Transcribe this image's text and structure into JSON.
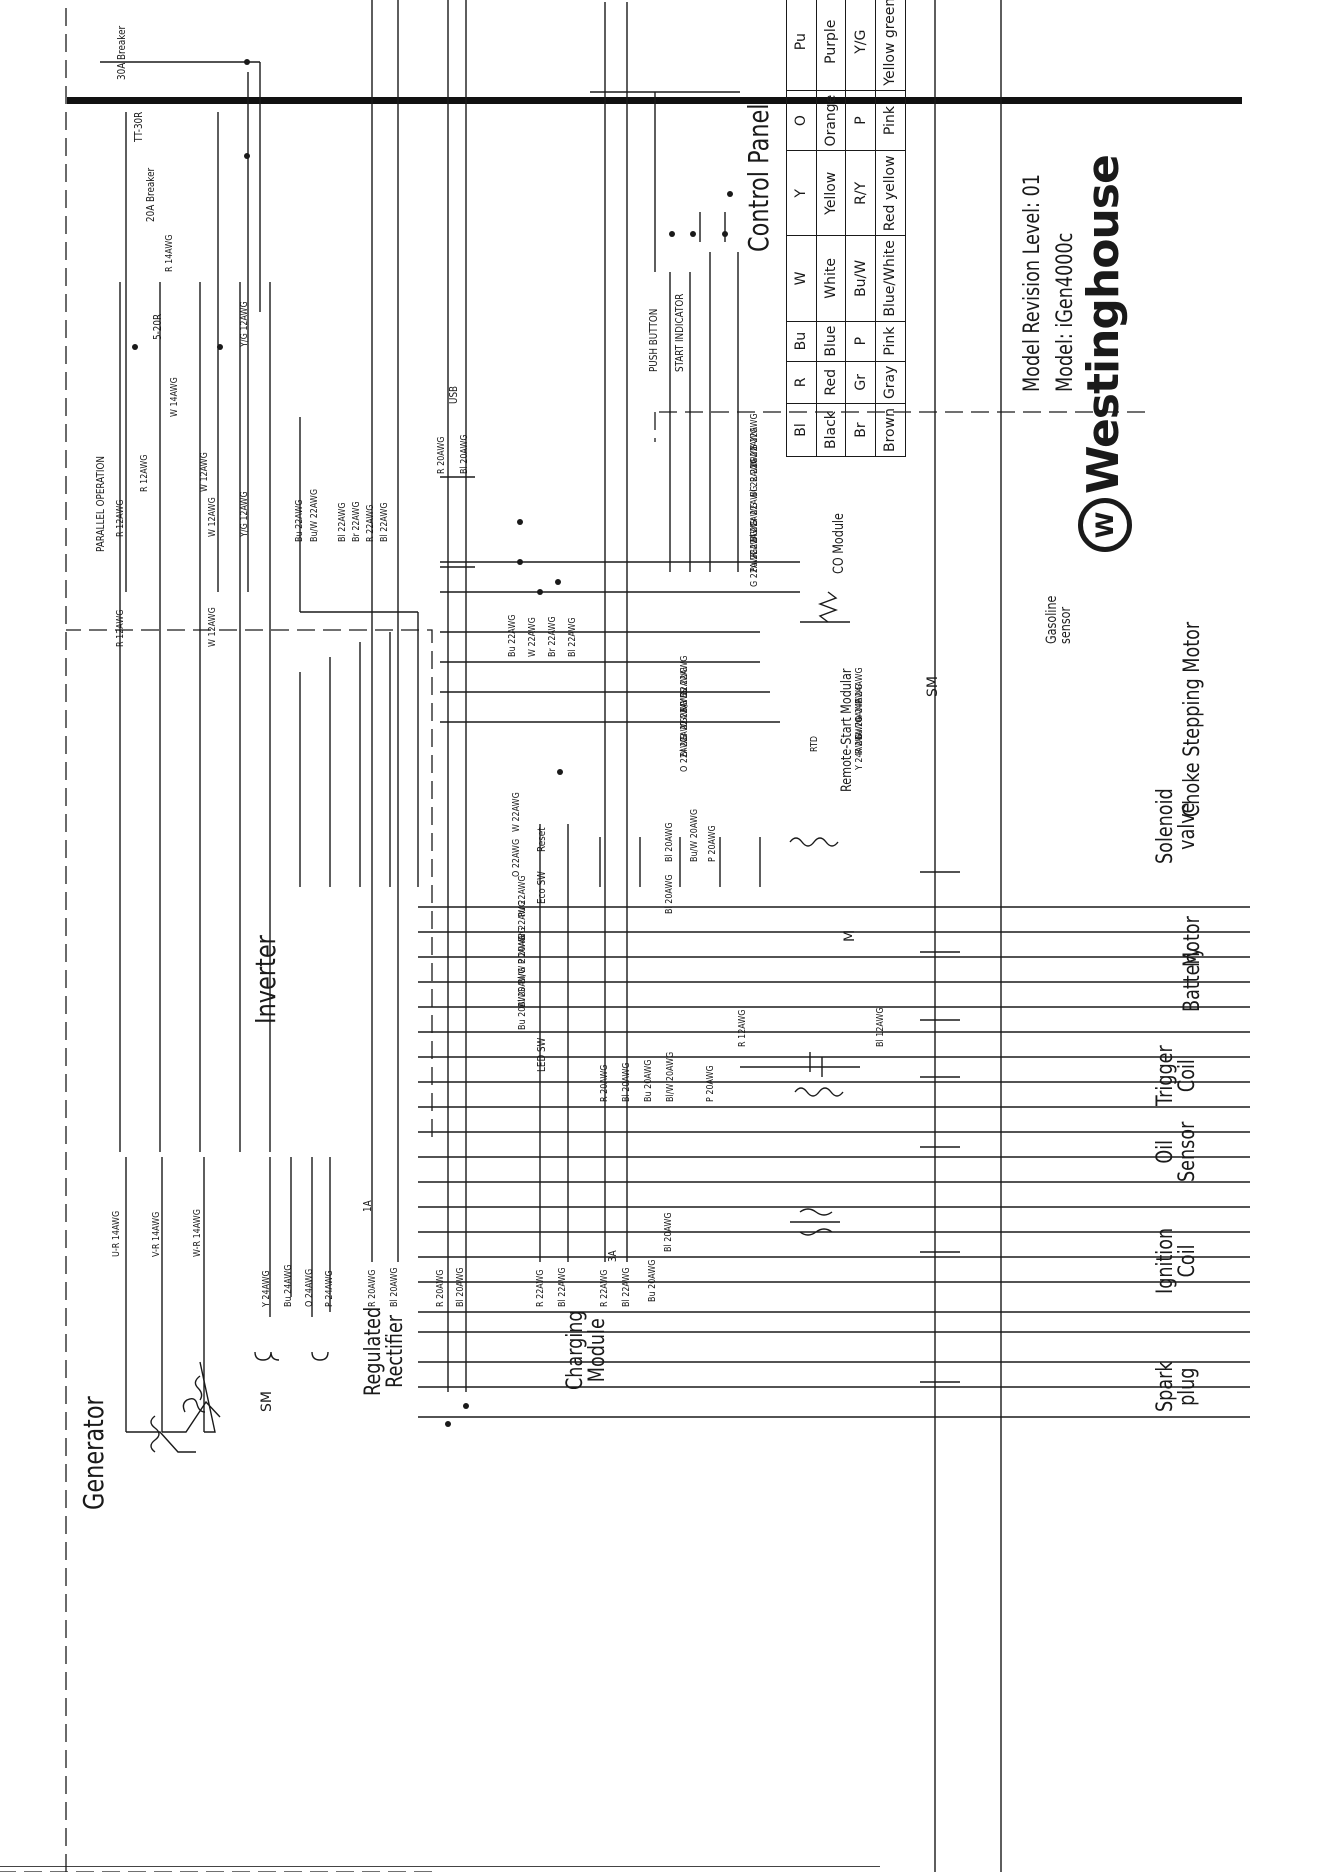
{
  "title_block": {
    "brand": "Westinghouse",
    "model": "Model: iGen4000c",
    "revision": "Model Revision Level: 01"
  },
  "legend": {
    "title": "Control Panel",
    "rows": [
      {
        "code": "Bl",
        "name": "Black",
        "code2": "Br",
        "name2": "Brown"
      },
      {
        "code": "R",
        "name": "Red",
        "code2": "Gr",
        "name2": "Gray"
      },
      {
        "code": "Bu",
        "name": "Blue",
        "code2": "P",
        "name2": "Pink"
      },
      {
        "code": "W",
        "name": "White",
        "code2": "Bu/W",
        "name2": "Blue/White"
      },
      {
        "code": "Y",
        "name": "Yellow",
        "code2": "R/Y",
        "name2": "Red yellow"
      },
      {
        "code": "O",
        "name": "Orange",
        "code2": "P",
        "name2": "Pink"
      },
      {
        "code": "Pu",
        "name": "Purple",
        "code2": "Y/G",
        "name2": "Yellow green"
      }
    ]
  },
  "components": {
    "generator": "Generator",
    "inverter": "Inverter",
    "regulated_rectifier": "Regulated\nRectifier",
    "charging_module": "Charging\nModule",
    "co_module": "CO Module",
    "remote_start": "Remote-Start Modular",
    "spark_plug": "Spark\nplug",
    "ignition_coil": "Ignition\nCoil",
    "oil_sensor": "Oil\nSensor",
    "trigger_coil": "Trigger\nCoil",
    "battery": "Battery",
    "motor": "Motor",
    "solenoid_valve": "Solenoid\nvalve",
    "choke_stepping_motor": "Choke Stepping Motor",
    "gasoline_sensor": "Gasoline\nsensor",
    "sm_generator": "SM",
    "sm_choke": "SM",
    "motor_symbol": "M",
    "usb": "USB",
    "rtd": "RTD"
  },
  "panel_labels": {
    "breaker_30a": "30A Breaker",
    "tt30r": "TT-30R",
    "breaker_20a": "20A Breaker",
    "receptacle_5_20r": "5-20R",
    "parallel_operation": "PARALLEL OPERATION",
    "push_button": "PUSH BUTTON",
    "start_indicator": "START INDICATOR",
    "reset": "Reset",
    "eco_sw": "Eco SW",
    "led_sw": "LED SW",
    "fuse_1a": "1A",
    "fuse_3a": "3A"
  },
  "wire_labels": {
    "gen_ur": "U-R 14AWG",
    "gen_vr": "V-R 14AWG",
    "gen_wr": "W-R 14AWG",
    "sm_y": "Y 24AWG",
    "sm_bu": "Bu 24AWG",
    "sm_o": "O 24AWG",
    "sm_p": "P 24AWG",
    "rect_r": "R 20AWG",
    "rect_bl": "Bl 20AWG",
    "bus_r": "R 20AWG",
    "bus_bl": "Bl 20AWG",
    "chg_r": "R 22AWG",
    "chg_bl": "Bl 22AWG",
    "chg_r2": "R 22AWG",
    "chg_bl2": "Bl 22AWG",
    "ign_bu": "Bu 20AWG",
    "ign_bl": "Bl 20AWG",
    "low_r": "R 20AWG",
    "low_bl": "Bl 20AWG",
    "low_bu": "Bu 20AWG",
    "low_buw": "Bl/W 20AWG",
    "low_p": "P 20AWG",
    "bat_r": "R 12AWG",
    "bat_bl": "Bl 12AWG",
    "inv_bu": "Bu 20AWG",
    "inv_bl": "Bl 20AWG",
    "inv_blw": "Bl/W 20AWG",
    "inv_p": "P 20AWG",
    "inv_gr": "Gr 22AWG",
    "inv_pu": "Pu 22AWG",
    "inv_o": "O 22AWG",
    "inv_w": "W 22AWG",
    "inv_bu22": "Bu 22AWG",
    "inv_w22": "W 22AWG",
    "inv_br22": "Br 22AWG",
    "inv_bl22": "Bl 22AWG",
    "sol_bl": "Bl 20AWG",
    "sol_buw": "Bu/W 20AWG",
    "sol_p": "P 20AWG",
    "mot_bl": "Bl 20AWG",
    "rs_bu": "Bu 22AWG",
    "rs_ry": "R/Y 22AWG",
    "rs_o": "O 22AWG",
    "rs_gr": "Gr 22AWG",
    "rs_bl": "Bl 22AWG",
    "rs_o2": "O 22AWG",
    "ch_p": "P 24AWG",
    "ch_o": "O 24AWG",
    "ch_bu": "Bu 24AWG",
    "ch_r": "R 24AWG",
    "ch_y": "Y 24AWG",
    "co_y": "Y 22AWG",
    "co_w": "W 22AWG",
    "co_r": "R 22AWG",
    "co_bl": "Bl 22AWG",
    "co_gr": "Gr 22AWG",
    "co_bl2": "Bl 22AWG",
    "co_r2": "R 22AWG",
    "co_pu": "Pu 22AWG",
    "co_g": "G 22AWG",
    "ac_r": "R 12AWG",
    "ac_w": "W 12AWG",
    "ac_r2": "R 12AWG",
    "ac_w2": "W 12AWG",
    "ac_yg": "Y/G 12AWG",
    "ac_yg2": "Y/G 12AWG",
    "par_r": "R 12AWG",
    "par_w": "W 12AWG",
    "out_r": "R 14AWG",
    "out_w": "W 14AWG",
    "dp_bu": "Bu 22AWG",
    "dp_buw": "Bu/W 22AWG",
    "dp_bl": "Bl 22AWG",
    "dp_br": "Br 22AWG",
    "dp_r": "R 22AWG",
    "dp_bl2": "Bl 22AWG",
    "usb_r": "R 20AWG",
    "usb_bl": "Bl 20AWG"
  }
}
